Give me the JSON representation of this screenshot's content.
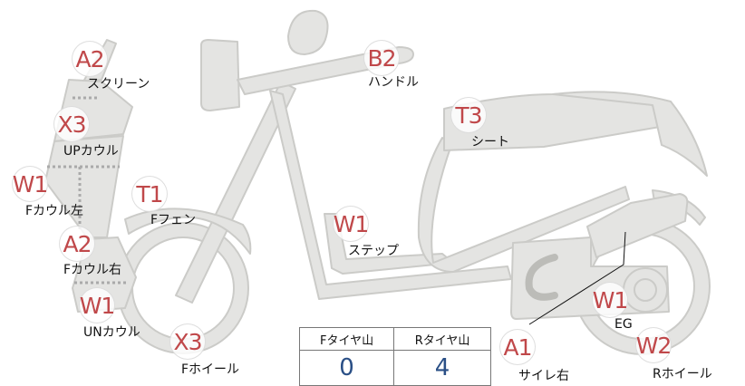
{
  "colors": {
    "code_text": "#c0484a",
    "tread_value": "#2a4f86",
    "part_fill": "#e4e4e2",
    "part_stroke": "#cbcbc8"
  },
  "labels": [
    {
      "id": "screen",
      "code": "A2",
      "name": "スクリーン"
    },
    {
      "id": "up-cowl",
      "code": "X3",
      "name": "UPカウル"
    },
    {
      "id": "f-cowl-left",
      "code": "W1",
      "name": "Fカウル左"
    },
    {
      "id": "f-cowl-right",
      "code": "A2",
      "name": "Fカウル右"
    },
    {
      "id": "un-cowl",
      "code": "W1",
      "name": "UNカウル"
    },
    {
      "id": "f-wheel",
      "code": "X3",
      "name": "Fホイール"
    },
    {
      "id": "f-fender",
      "code": "T1",
      "name": "Fフェン"
    },
    {
      "id": "handle",
      "code": "B2",
      "name": "ハンドル"
    },
    {
      "id": "seat",
      "code": "T3",
      "name": "シート"
    },
    {
      "id": "step",
      "code": "W1",
      "name": "ステップ"
    },
    {
      "id": "engine",
      "code": "W1",
      "name": "EG"
    },
    {
      "id": "r-wheel",
      "code": "W2",
      "name": "Rホイール"
    },
    {
      "id": "muffler-r",
      "code": "A1",
      "name": "サイレ右"
    }
  ],
  "tread": {
    "headers": [
      "Fタイヤ山",
      "Rタイヤ山"
    ],
    "values": [
      "0",
      "4"
    ]
  }
}
